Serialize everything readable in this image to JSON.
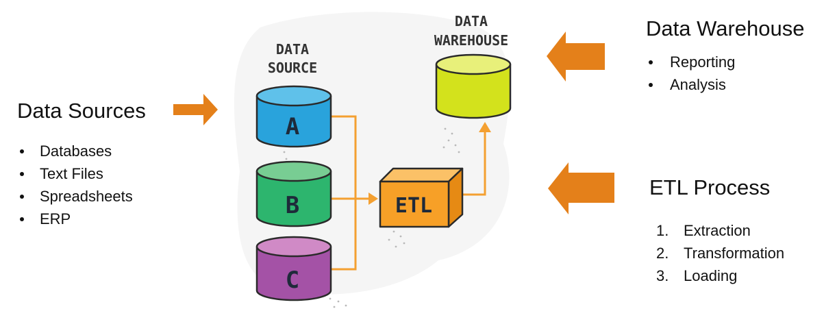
{
  "sources_panel": {
    "title": "Data Sources",
    "items": [
      "Databases",
      "Text Files",
      "Spreadsheets",
      "ERP"
    ]
  },
  "warehouse_panel": {
    "title": "Data Warehouse",
    "items": [
      "Reporting",
      "Analysis"
    ]
  },
  "etl_panel": {
    "title": "ETL Process",
    "steps": [
      {
        "num": "1.",
        "label": "Extraction"
      },
      {
        "num": "2.",
        "label": "Transformation"
      },
      {
        "num": "3.",
        "label": "Loading"
      }
    ]
  },
  "diagram": {
    "data_source_label": [
      "DATA",
      "SOURCE"
    ],
    "data_warehouse_label": [
      "DATA",
      "WAREHOUSE"
    ],
    "cylinders": [
      {
        "letter": "A",
        "color": "#29a3dc",
        "top_color": "#5fc1ea"
      },
      {
        "letter": "B",
        "color": "#2db56e",
        "top_color": "#78cd93"
      },
      {
        "letter": "C",
        "color": "#a452a6",
        "top_color": "#d08ac6"
      }
    ],
    "etl_label": "ETL",
    "etl_color": "#f7a027",
    "warehouse_color": "#d3e21c",
    "line_color": "#f4a031",
    "arrow_color": "#e4801a"
  }
}
